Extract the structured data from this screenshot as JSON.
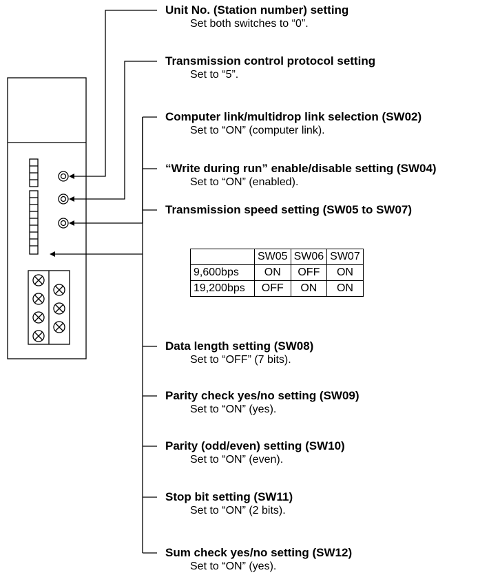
{
  "settings": [
    {
      "title": "Unit No. (Station number) setting",
      "desc": "Set both switches to “0”."
    },
    {
      "title": "Transmission control protocol setting",
      "desc": "Set to “5”."
    },
    {
      "title": "Computer link/multidrop link selection (SW02)",
      "desc": "Set to “ON” (computer link)."
    },
    {
      "title": "“Write during run” enable/disable setting (SW04)",
      "desc": "Set to “ON” (enabled)."
    },
    {
      "title": "Transmission speed setting (SW05 to SW07)",
      "desc": ""
    },
    {
      "title": "Data length setting (SW08)",
      "desc": "Set to “OFF” (7 bits)."
    },
    {
      "title": "Parity check yes/no setting (SW09)",
      "desc": "Set to “ON” (yes)."
    },
    {
      "title": "Parity (odd/even) setting (SW10)",
      "desc": "Set to “ON” (even)."
    },
    {
      "title": "Stop bit setting (SW11)",
      "desc": "Set to “ON” (2 bits)."
    },
    {
      "title": "Sum check yes/no setting (SW12)",
      "desc": "Set to “ON” (yes)."
    }
  ],
  "speed_table": {
    "headers": [
      "",
      "SW05",
      "SW06",
      "SW07"
    ],
    "rows": [
      [
        "9,600bps",
        "ON",
        "OFF",
        "ON"
      ],
      [
        "19,200bps",
        "OFF",
        "ON",
        "ON"
      ]
    ]
  }
}
